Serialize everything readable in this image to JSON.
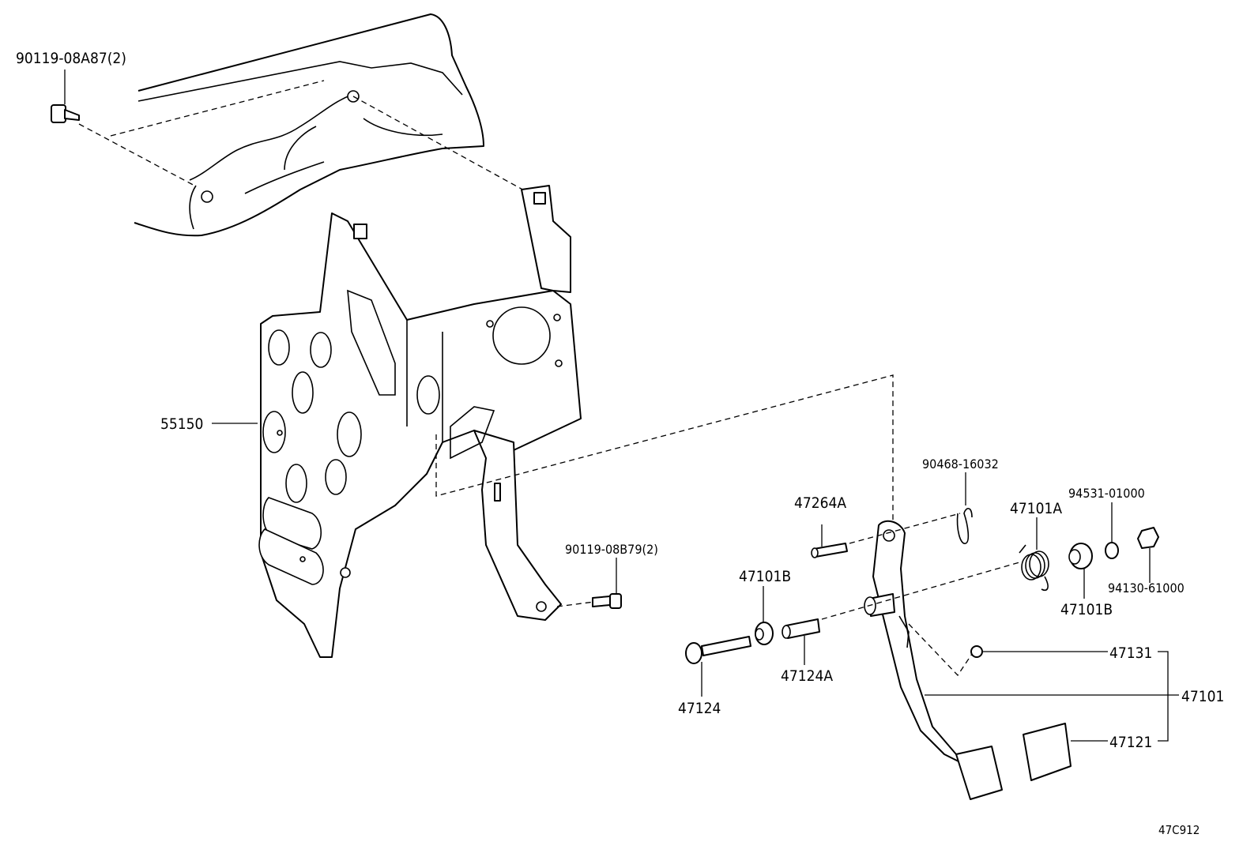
{
  "labels": {
    "bolt_top": "90119-08A87(2)",
    "bolt_mid": "90119-08B79(2)",
    "support": "55150",
    "clip": "90468-16032",
    "pin": "47264A",
    "spring": "47101A",
    "washer": "94531-01000",
    "nut": "94130-61000",
    "bush_left": "47101B",
    "bush_right": "47101B",
    "bolt_pivot": "47124",
    "collar": "47124A",
    "stopper": "47131",
    "pedal": "47101",
    "pad": "47121"
  },
  "diagram_ref": "47C912"
}
